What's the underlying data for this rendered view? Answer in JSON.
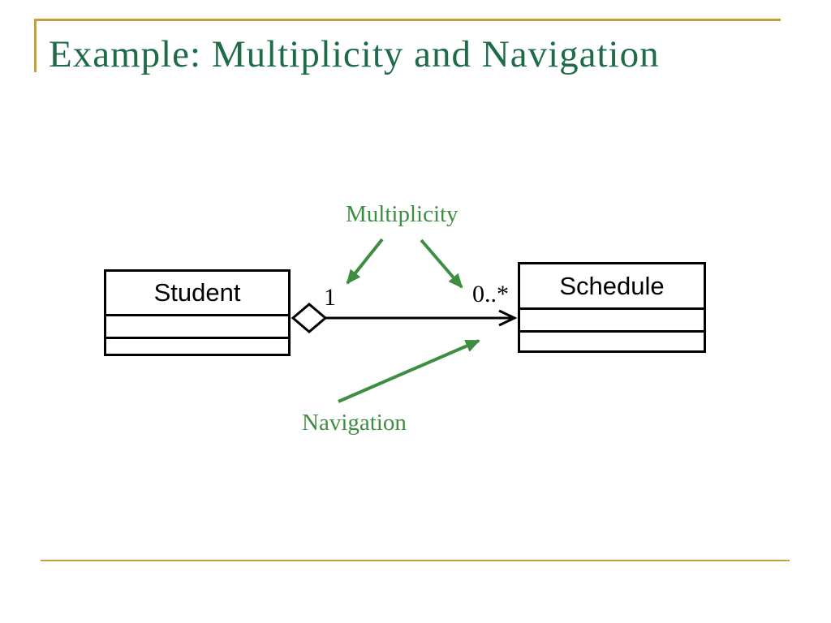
{
  "slide": {
    "title": "Example: Multiplicity and Navigation"
  },
  "colors": {
    "accent_gold": "#C79F3C",
    "title_green": "#1E6B47",
    "annotation_green": "#3E8E41",
    "diagram_ink": "#000000"
  },
  "diagram": {
    "type": "uml-class-association",
    "classes": [
      {
        "name": "Student",
        "attributes": [],
        "operations": []
      },
      {
        "name": "Schedule",
        "attributes": [],
        "operations": []
      }
    ],
    "association": {
      "from": "Student",
      "to": "Schedule",
      "aggregation_at": "Student",
      "multiplicity_near_student": "1",
      "multiplicity_near_schedule": "0..*",
      "navigable_toward": "Schedule"
    },
    "annotations": {
      "multiplicity_label": "Multiplicity",
      "navigation_label": "Navigation"
    }
  }
}
